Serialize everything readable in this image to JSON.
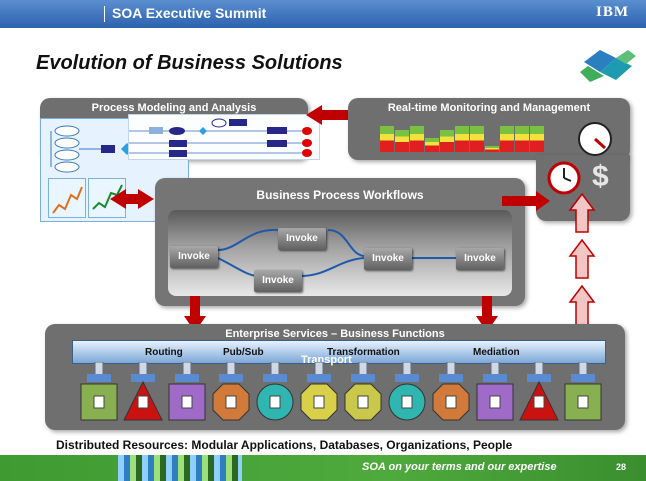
{
  "header": {
    "title": "SOA Executive Summit",
    "logo": "IBM"
  },
  "slide": {
    "title": "Evolution of Business Solutions"
  },
  "panels": {
    "process_modeling": {
      "title": "Process Modeling and Analysis"
    },
    "realtime_monitoring": {
      "title": "Real-time Monitoring and Management"
    },
    "workflows": {
      "title": "Business Process Workflows",
      "invokes": [
        "Invoke",
        "Invoke",
        "Invoke",
        "Invoke",
        "Invoke"
      ]
    },
    "enterprise_services": {
      "title": "Enterprise Services – Business Functions",
      "transport_label": "Transport",
      "capabilities": [
        "Routing",
        "Pub/Sub",
        "Transformation",
        "Mediation"
      ]
    }
  },
  "icons": {
    "dollar": "$",
    "puzzle": "puzzle-logo-icon",
    "clock": "clock-icon",
    "gauge": "gauge-icon"
  },
  "bottom_caption": "Distributed Resources: Modular Applications, Databases, Organizations, People",
  "footer": {
    "tagline": "SOA on your terms and our expertise",
    "page_number": "28"
  },
  "colors": {
    "header_blue": "#2d62ae",
    "panel_gray": "#6f6f6f",
    "arrow_red": "#c00000",
    "footer_green": "#4faa3d",
    "transport_blue": "#7da7d7"
  },
  "resources": [
    {
      "shape": "cube",
      "color": "#88b050"
    },
    {
      "shape": "triangle",
      "color": "#cc1111"
    },
    {
      "shape": "cube",
      "color": "#a06ac8"
    },
    {
      "shape": "octagon",
      "color": "#d27a3a"
    },
    {
      "shape": "circle",
      "color": "#2fb6b0"
    },
    {
      "shape": "octagon",
      "color": "#d9d04a"
    },
    {
      "shape": "octagon",
      "color": "#c9c84a"
    },
    {
      "shape": "circle",
      "color": "#2fb6b0"
    },
    {
      "shape": "octagon",
      "color": "#d27a3a"
    },
    {
      "shape": "cube",
      "color": "#a06ac8"
    },
    {
      "shape": "triangle",
      "color": "#cc1111"
    },
    {
      "shape": "cube",
      "color": "#88b050"
    }
  ]
}
